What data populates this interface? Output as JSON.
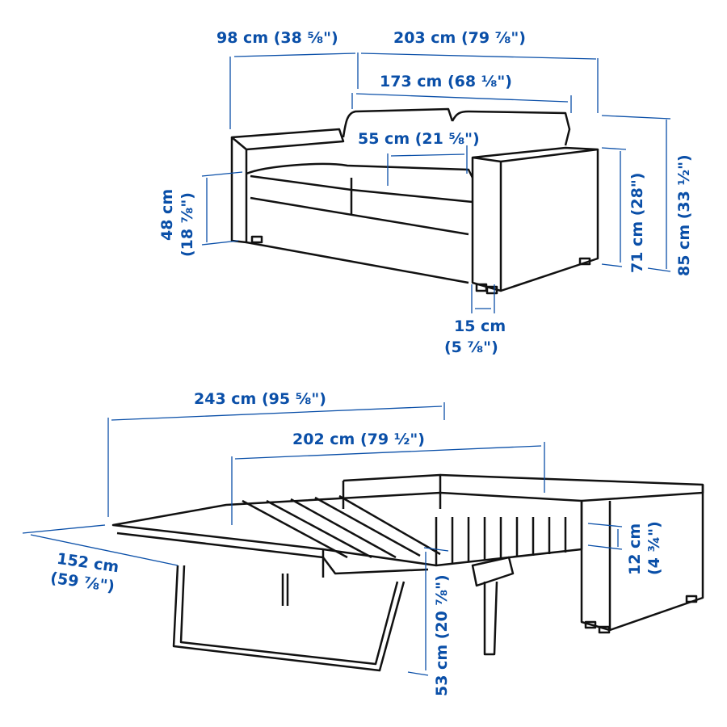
{
  "colors": {
    "dimension": "#0a4fa8",
    "drawing": "#111111",
    "background": "#ffffff"
  },
  "sofa": {
    "depth": "98 cm (38 ⅝\")",
    "width": "203 cm (79 ⅞\")",
    "inner_width": "173 cm (68 ⅛\")",
    "seat_depth": "55 cm (21 ⅝\")",
    "seat_height_cm": "48 cm",
    "seat_height_in": "(18 ⅞\")",
    "arm_height": "71 cm (28\")",
    "total_height": "85 cm (33 ½\")",
    "leg_height_cm": "15 cm",
    "leg_height_in": "(5 ⅞\")"
  },
  "bed": {
    "total_length": "243 cm (95 ⅝\")",
    "bed_length": "202 cm (79 ½\")",
    "bed_width_cm": "152 cm",
    "bed_width_in": "(59 ⅞\")",
    "mattress_thickness": "12 cm (4 ¾\")",
    "bed_height": "53 cm (20 ⅞\")"
  }
}
